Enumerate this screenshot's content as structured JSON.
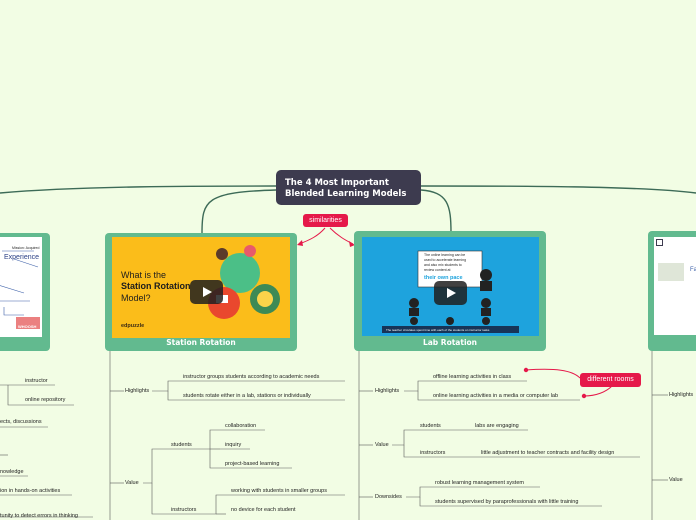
{
  "central": {
    "line1": "The 4 Most Important",
    "line2": "Blended Learning Models"
  },
  "relations": {
    "similarities": "similarities",
    "different_rooms": "different rooms"
  },
  "left_card": {
    "header": "Mission: Acquired",
    "experience": "Experience",
    "brand": "WHOOSH"
  },
  "station_rotation": {
    "title": "Station Rotation",
    "thumb_line1": "What is the",
    "thumb_line2": "Station Rotation",
    "thumb_line3": "Model?",
    "thumb_brand": "edpuzzle",
    "highlights_label": "Highlights",
    "highlights": [
      "instructor groups students according to academic needs",
      "students rotate either in a lab, stations or individually"
    ],
    "value_label": "Value",
    "students_label": "students",
    "students_items": [
      "collaboration",
      "inquiry",
      "project-based learning"
    ],
    "instructors_label": "instructors",
    "instructors_items": [
      "working with students in smaller groups",
      "no device for each student"
    ]
  },
  "lab_rotation": {
    "title": "Lab Rotation",
    "thumb_board_line1": "The online learning can be",
    "thumb_board_line2": "used to accelerate learning",
    "thumb_board_line3": "and also mix students to",
    "thumb_board_line4": "review content at",
    "thumb_board_highlight": "their own pace",
    "thumb_caption": "The teacher circulates spent time with each of the students on instructor tasks",
    "highlights_label": "Highlights",
    "highlights": [
      "offline learning activities in class",
      "online learning activities in a media or computer lab"
    ],
    "value_label": "Value",
    "value_rows": [
      {
        "who": "students",
        "what": "labs are engaging"
      },
      {
        "who": "instructors",
        "what": "little adjustment to teacher contracts and facility design"
      }
    ],
    "downsides_label": "Downsides",
    "downsides": [
      "robust learning management system",
      "students supervised by paraprofessionals with little training"
    ]
  },
  "left_branch": {
    "instructor": "instructor",
    "online_repository": "online repository",
    "projects": "ects, discussions",
    "knowledge": "nowledge",
    "hands_on": "ion in hands-on activities",
    "errors": "tunity to detect errors in thinking"
  },
  "right_branch": {
    "highlights": "Highlights",
    "value": "Value",
    "text_fragment": "Fa"
  }
}
